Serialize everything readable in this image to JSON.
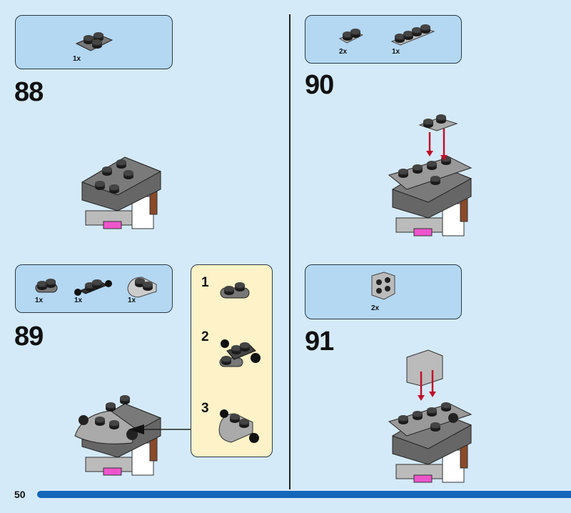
{
  "steps": [
    {
      "number": "88",
      "parts": [
        {
          "qty": "1x",
          "icon": "plate-with-clip-icon"
        }
      ]
    },
    {
      "number": "89",
      "parts": [
        {
          "qty": "1x",
          "icon": "plate-1x2-round-icon"
        },
        {
          "qty": "1x",
          "icon": "plate-with-bars-icon"
        },
        {
          "qty": "1x",
          "icon": "wedge-plate-icon"
        }
      ],
      "substeps": [
        {
          "number": "1"
        },
        {
          "number": "2"
        },
        {
          "number": "3"
        }
      ]
    },
    {
      "number": "90",
      "parts": [
        {
          "qty": "2x",
          "icon": "plate-1x2-icon"
        },
        {
          "qty": "1x",
          "icon": "plate-1x4-icon"
        }
      ]
    },
    {
      "number": "91",
      "parts": [
        {
          "qty": "2x",
          "icon": "bracket-icon"
        }
      ]
    }
  ],
  "page": {
    "number": "50"
  },
  "colors": {
    "background": "#d5eaf8",
    "parts_box": "#b4d8f2",
    "substep_box": "#fdf2c8",
    "progress": "#1466b8",
    "arrow": "#c0102a"
  }
}
